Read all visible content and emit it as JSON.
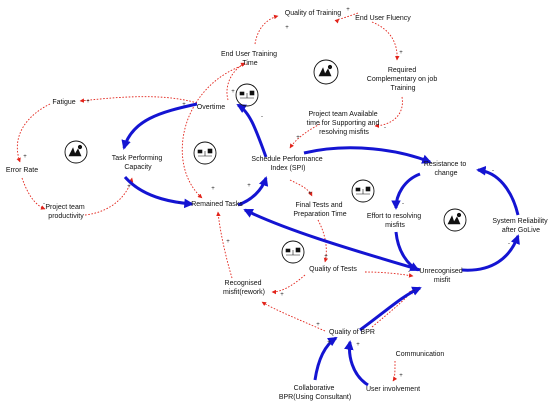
{
  "variables": {
    "quality_of_training": "Quality of Training",
    "end_user_fluency": "End User Fluency",
    "end_user_training_time": [
      "End User Training",
      "Time"
    ],
    "required_complementary_training": [
      "Required",
      "Complementary on job",
      "Training"
    ],
    "fatigue": "Fatigue",
    "overtime": "Overtime",
    "project_team_available_time": [
      "Project team Available",
      "time for Supporting and",
      "resolving misfits"
    ],
    "task_performing_capacity": [
      "Task Performing",
      "Capacity"
    ],
    "schedule_performance_index": [
      "Schedule Performance",
      "Index (SPI)"
    ],
    "resistance_to_change": [
      "Resistance to",
      "change"
    ],
    "error_rate": "Error Rate",
    "remained_tasks": "Remained Tasks",
    "final_tests_preparation_time": [
      "Final Tests and",
      "Preparation Time"
    ],
    "effort_to_resolving_misfits": [
      "Effort to resolving",
      "misfits"
    ],
    "system_reliability": [
      "System Reliability",
      "after GoLive"
    ],
    "project_team_productivity": [
      "Project team",
      "productivity"
    ],
    "quality_of_tests": "Quality of Tests",
    "unrecognised_misfit": [
      "Unrecognised",
      "misfit"
    ],
    "recognised_misfit": [
      "Recognised",
      "misfit(rework)"
    ],
    "quality_of_bpr": "Quality of BPR",
    "communication": "Communication",
    "collaborative_bpr": [
      "Collaborative",
      "BPR(Using Consultant)"
    ],
    "user_involvement": "User involvement"
  },
  "polarities": {
    "plus": "+",
    "minus": "-"
  },
  "loop_markers": [
    {
      "id": "reinforcing-training",
      "kind": "reinforcing"
    },
    {
      "id": "balancing-overtime",
      "kind": "balancing"
    },
    {
      "id": "reinforcing-fatigue",
      "kind": "reinforcing"
    },
    {
      "id": "balancing-capacity",
      "kind": "balancing"
    },
    {
      "id": "balancing-resistance",
      "kind": "balancing"
    },
    {
      "id": "reinforcing-reliability",
      "kind": "reinforcing"
    },
    {
      "id": "balancing-tests",
      "kind": "balancing"
    }
  ],
  "colors": {
    "causal_link_blue": "#1414d2",
    "causal_link_red": "#e2231a",
    "text": "#111111"
  }
}
